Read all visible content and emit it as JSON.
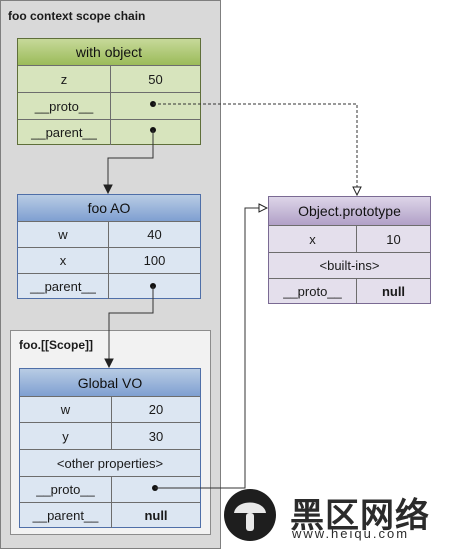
{
  "panels": {
    "outer_title": "foo context scope chain",
    "inner_title": "foo.[[Scope]]"
  },
  "with_object": {
    "title": "with object",
    "rows": [
      {
        "key": "z",
        "value": "50"
      },
      {
        "key": "__proto__",
        "value": ""
      },
      {
        "key": "__parent__",
        "value": ""
      }
    ]
  },
  "foo_ao": {
    "title": "foo AO",
    "rows": [
      {
        "key": "w",
        "value": "40"
      },
      {
        "key": "x",
        "value": "100"
      },
      {
        "key": "__parent__",
        "value": ""
      }
    ]
  },
  "global_vo": {
    "title": "Global VO",
    "rows": [
      {
        "key": "w",
        "value": "20"
      },
      {
        "key": "y",
        "value": "30"
      },
      {
        "key": "other",
        "value": "<other properties>"
      },
      {
        "key": "__proto__",
        "value": ""
      },
      {
        "key": "__parent__",
        "value": "null"
      }
    ]
  },
  "object_prototype": {
    "title": "Object.prototype",
    "rows": [
      {
        "key": "x",
        "value": "10"
      },
      {
        "key": "builtins",
        "value": "<built-ins>"
      },
      {
        "key": "__proto__",
        "value": "null"
      }
    ]
  },
  "watermark": {
    "text": "黑区网络",
    "url": "www.heiqu.com"
  },
  "colors": {
    "green_header": "#9bbb59",
    "green_body": "#d7e4bd",
    "blue_header": "#7f9fd1",
    "blue_body": "#dce6f2",
    "purple_header": "#b1a0c7",
    "purple_body": "#e4dfec"
  }
}
